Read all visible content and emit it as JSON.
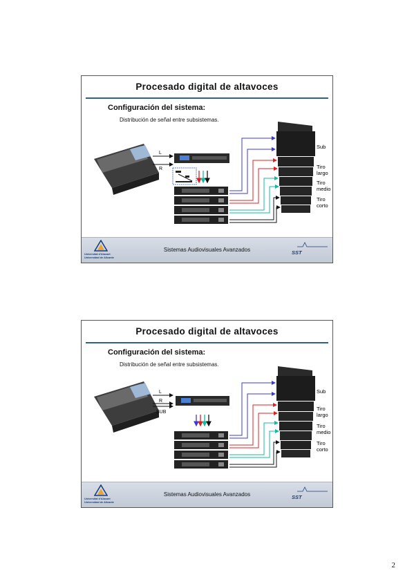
{
  "slides": [
    {
      "title": "Procesado digital de altavoces",
      "subtitle": "Configuración del sistema:",
      "caption": "Distribución de señal entre subsistemas.",
      "labels": {
        "l": "L",
        "r": "R",
        "sub": "Sub",
        "tiro_largo_1": "Tiro",
        "tiro_largo_2": "largo",
        "tiro_medio_1": "Tiro",
        "tiro_medio_2": "medio",
        "tiro_corto_1": "Tiro",
        "tiro_corto_2": "corto"
      },
      "footer_text": "Sistemas Audiovisuales Avanzados",
      "logo_left_line1": "Universitat d'Alacant",
      "logo_left_line2": "Universidad de Alicante",
      "logo_right": "SST"
    },
    {
      "title": "Procesado digital de altavoces",
      "subtitle": "Configuración del sistema:",
      "caption": "Distribución de señal entre subsistemas.",
      "labels": {
        "l": "L",
        "r": "R",
        "sub_input": "SUB",
        "sub": "Sub",
        "tiro_largo_1": "Tiro",
        "tiro_largo_2": "largo",
        "tiro_medio_1": "Tiro",
        "tiro_medio_2": "medio",
        "tiro_corto_1": "Tiro",
        "tiro_corto_2": "corto"
      },
      "footer_text": "Sistemas Audiovisuales Avanzados",
      "logo_left_line1": "Universitat d'Alacant",
      "logo_left_line2": "Universidad de Alicante",
      "logo_right": "SST"
    }
  ],
  "page_number": "2",
  "colors": {
    "rule": "#2f5d8c",
    "blue": "#3a3ad6",
    "red": "#e02020",
    "teal": "#13b8a0",
    "black": "#111111"
  }
}
